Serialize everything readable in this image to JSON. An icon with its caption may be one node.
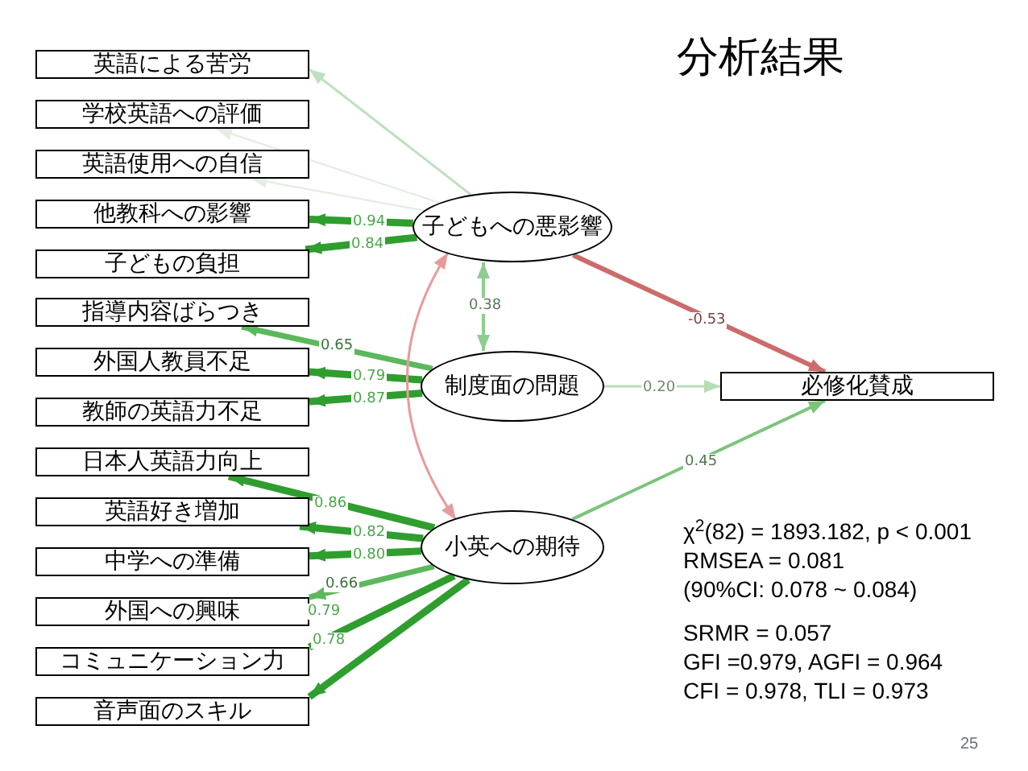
{
  "diagram": {
    "title": "分析結果",
    "nodes": [
      {
        "text": [
          "英語による苦労"
        ]
      },
      {
        "text": [
          "学校英語への評価"
        ]
      },
      {
        "text": [
          "英語使用への自信"
        ]
      },
      {
        "text": [
          "他教科への影響"
        ]
      },
      {
        "text": [
          "子どもの負担"
        ]
      },
      {
        "text": [
          "指導内容ばらつき"
        ]
      },
      {
        "text": [
          "外国人教員不足"
        ]
      },
      {
        "text": [
          "教師の英語力不足"
        ]
      },
      {
        "text": [
          "日本人英語力向上"
        ]
      },
      {
        "text": [
          "英語好き増加"
        ]
      },
      {
        "text": [
          "中学への準備"
        ]
      },
      {
        "text": [
          "外国への興味"
        ]
      },
      {
        "text": [
          "コミュニケーション力"
        ]
      },
      {
        "text": [
          "音声面のスキル"
        ]
      },
      {
        "text": [
          "子どもへの悪影響"
        ]
      },
      {
        "text": [
          "制度面の問題"
        ]
      },
      {
        "text": [
          "小英への期待"
        ]
      },
      {
        "text": [
          "必修化賛成"
        ]
      }
    ],
    "edges": [
      {
        "from": 14,
        "to": 0,
        "arrow": "to",
        "color": "#bfe0bf"
      },
      {
        "from": 14,
        "to": 1,
        "arrow": "to",
        "color": "#e3efe3"
      },
      {
        "from": 14,
        "to": 2,
        "arrow": "to",
        "color": "#e3efe3"
      },
      {
        "from": 14,
        "to": 3,
        "arrow": "to",
        "label": "0.94"
      },
      {
        "from": 14,
        "to": 4,
        "arrow": "to",
        "label": "0.84"
      },
      {
        "from": 15,
        "to": 5,
        "arrow": "to",
        "label": "0.65",
        "color": "#5cb85c"
      },
      {
        "from": 15,
        "to": 6,
        "arrow": "to",
        "label": "0.79"
      },
      {
        "from": 15,
        "to": 7,
        "arrow": "to",
        "label": "0.87"
      },
      {
        "from": 16,
        "to": 8,
        "arrow": "to",
        "label": "0.86"
      },
      {
        "from": 16,
        "to": 9,
        "arrow": "to",
        "label": "0.82"
      },
      {
        "from": 16,
        "to": 10,
        "arrow": "to",
        "label": "0.80"
      },
      {
        "from": 16,
        "to": 11,
        "arrow": "to",
        "label": "0.66",
        "color": "#5cb85c"
      },
      {
        "from": 16,
        "to": 12,
        "arrow": "to",
        "label": "0.79"
      },
      {
        "from": 16,
        "to": 13,
        "arrow": "to",
        "label": "0.78"
      },
      {
        "from": 14,
        "to": 15,
        "arrow": "both",
        "label": "0.38",
        "color": "#8fcc8f"
      },
      {
        "from": 14,
        "to": 16,
        "arrow": "both",
        "color": "#e89a9a"
      },
      {
        "from": 14,
        "to": 17,
        "arrow": "to",
        "label": "-0.53",
        "color": "#cc6b6b"
      },
      {
        "from": 15,
        "to": 17,
        "arrow": "to",
        "label": "0.20",
        "color": "#b5deb5"
      },
      {
        "from": 16,
        "to": 17,
        "arrow": "to",
        "label": "0.45",
        "color": "#7cc47c"
      }
    ],
    "labels": [
      "χ$^{2}$(82) = 1893.182, p < 0.001",
      "RMSEA = 0.081",
      "(90%CI: 0.078 ~ 0.084)",
      "SRMR = 0.057",
      "GFI =0.979, AGFI = 0.964",
      "CFI = 0.978, TLI = 0.973",
      "25"
    ]
  }
}
